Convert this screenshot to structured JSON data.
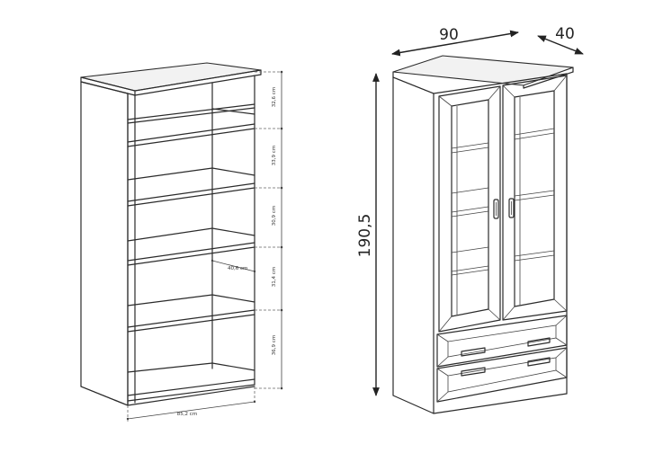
{
  "left_drawing": {
    "shelf_heights": [
      "32,6 cm",
      "33,9 cm",
      "30,9 cm",
      "31,4 cm",
      "36,9 cm"
    ],
    "depth_label": "40,6 cm",
    "width_label": "85,2 cm"
  },
  "right_drawing": {
    "width_label": "90",
    "depth_label": "40",
    "height_label": "190,5"
  }
}
